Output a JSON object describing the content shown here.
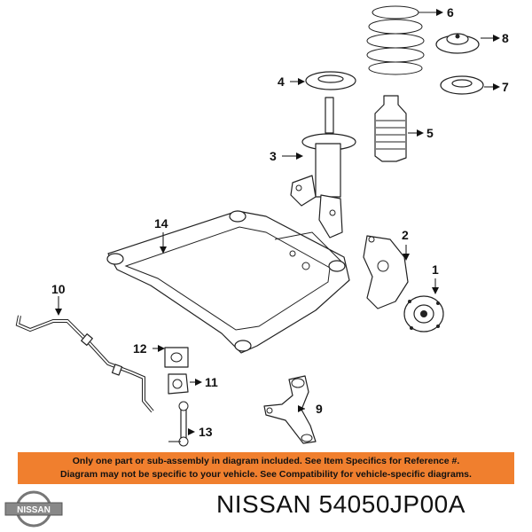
{
  "callouts": {
    "c1": "1",
    "c2": "2",
    "c3": "3",
    "c4": "4",
    "c5": "5",
    "c6": "6",
    "c7": "7",
    "c8": "8",
    "c9": "9",
    "c10": "10",
    "c11": "11",
    "c12": "12",
    "c13": "13",
    "c14": "14"
  },
  "notice": {
    "line1": "Only one part or sub-assembly in diagram included. See Item Specifics for Reference #.",
    "line2": "Diagram may not be specific to your vehicle. See Compatibility for vehicle-specific diagrams."
  },
  "logo": {
    "text": "NISSAN"
  },
  "title": "NISSAN 54050JP00A",
  "colors": {
    "notice_bg": "#f07f2e",
    "line": "#222222"
  }
}
